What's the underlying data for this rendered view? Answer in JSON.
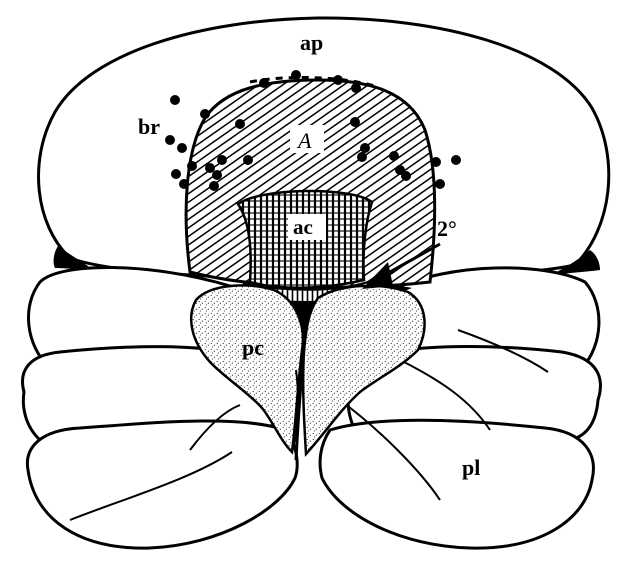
{
  "labels": {
    "ap": "ap",
    "br": "br",
    "A": "A",
    "ac": "ac",
    "secondary": "2°",
    "pc": "pc",
    "pl": "pl"
  },
  "colors": {
    "ink": "#000000",
    "paper": "#ffffff"
  }
}
